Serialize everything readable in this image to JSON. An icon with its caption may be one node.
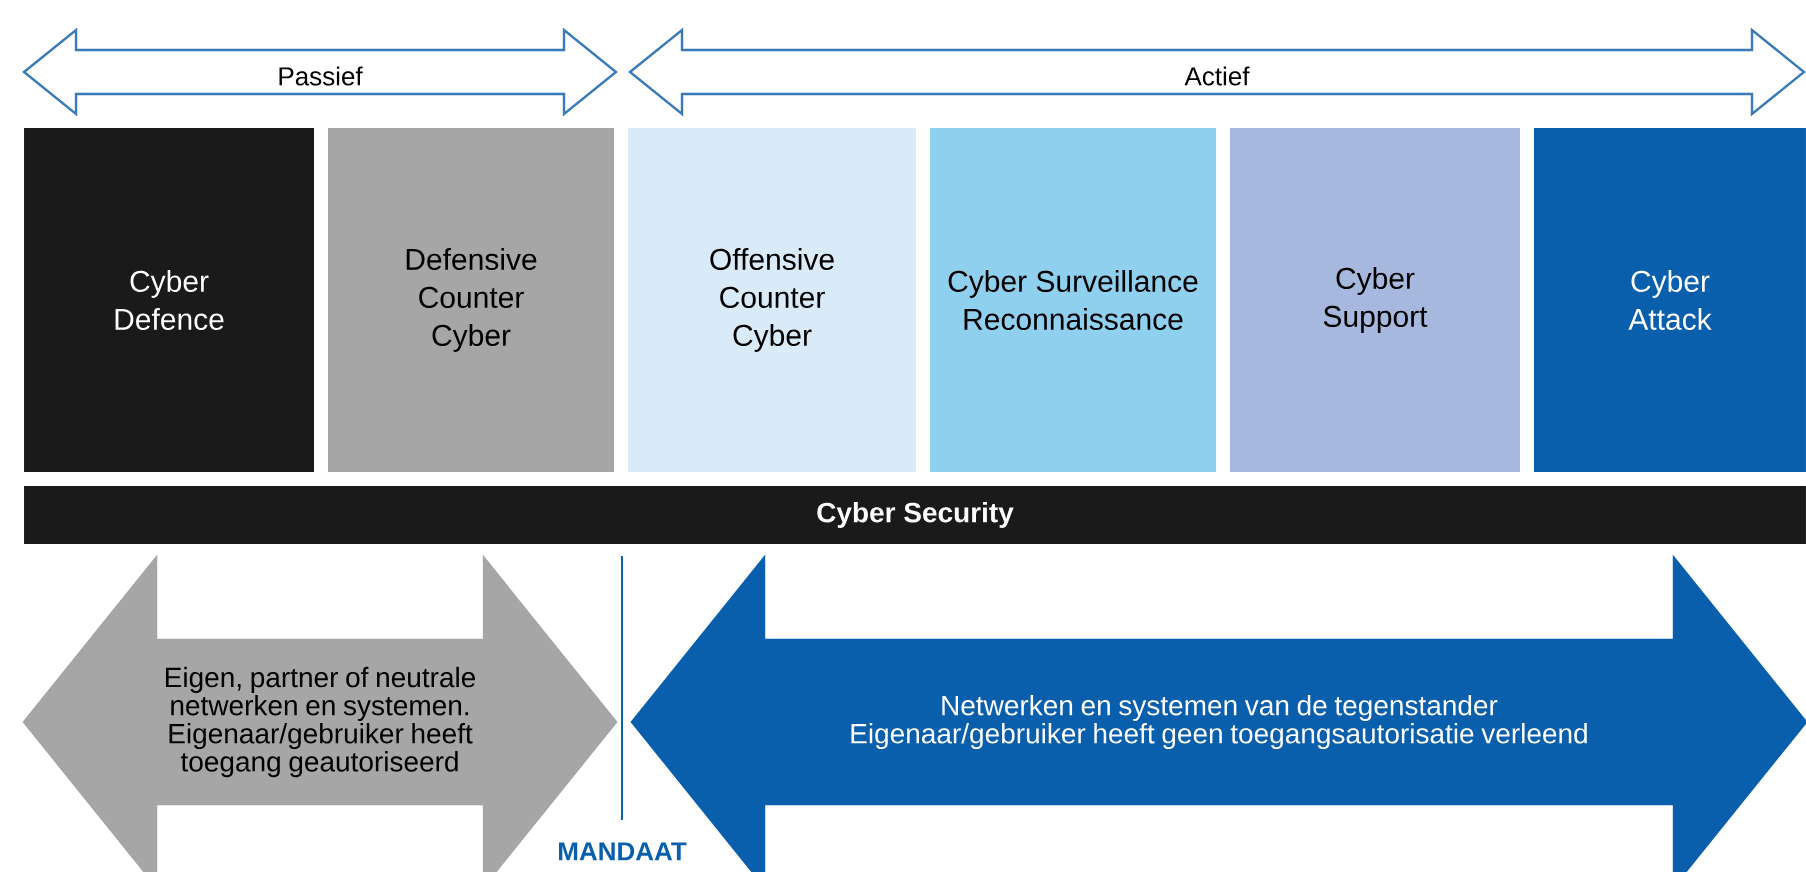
{
  "diagram": {
    "nodes": [
      {
        "text": [
          "Passief"
        ]
      },
      {
        "text": [
          "Actief"
        ]
      },
      {
        "text": [
          "Cyber Defence"
        ]
      },
      {
        "text": [
          "Defensive Counter Cyber"
        ]
      },
      {
        "text": [
          "Offensive Counter Cyber"
        ]
      },
      {
        "text": [
          "Cyber Surveillance Reconnaissance"
        ]
      },
      {
        "text": [
          "Cyber Support"
        ]
      },
      {
        "text": [
          "Cyber Attack"
        ]
      },
      {
        "text": [
          "Cyber Security"
        ]
      },
      {
        "text": [
          "Eigen, partner of neutrale netwerken en systemen. Eigenaar/gebruiker heeft toegang geautoriseerd"
        ]
      },
      {
        "text": [
          "Netwerken en systemen van de tegenstander",
          "Eigenaar/gebruiker heeft geen toegangsautorisatie verleend"
        ]
      }
    ],
    "labels": [
      "MANDAAT"
    ]
  }
}
